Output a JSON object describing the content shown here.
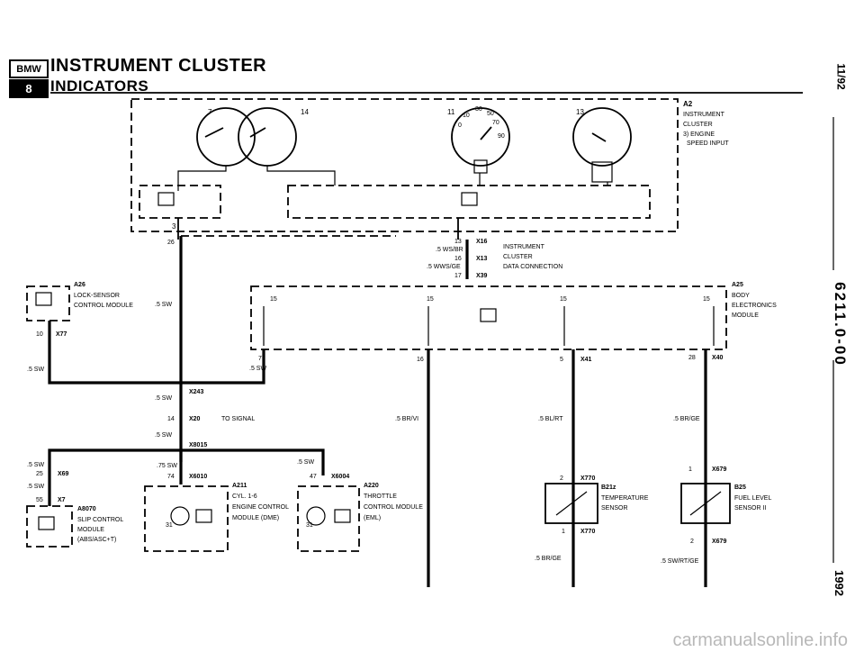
{
  "header": {
    "logo_top": "BMW",
    "logo_bottom": "8",
    "title": "INSTRUMENT CLUSTER",
    "subtitle": "INDICATORS"
  },
  "side": {
    "date": "11/92",
    "code": "6211.0-00",
    "year": "1992"
  },
  "watermark": "carmanualsonline.info",
  "cluster": {
    "id": "A2",
    "lines": [
      "INSTRUMENT",
      "CLUSTER",
      "3) ENGINE",
      "SPEED INPUT"
    ],
    "pin7": "7",
    "pin14": "14",
    "pin11": "11",
    "pin13": "13",
    "pin3": "3",
    "scale": [
      "10",
      "30",
      "50",
      "70",
      "90",
      "0"
    ]
  },
  "data_conn": {
    "lines": [
      "INSTRUMENT",
      "CLUSTER",
      "DATA CONNECTION"
    ],
    "p13": "13",
    "x16": "X16",
    "w1": ".5 WS/BR",
    "p16": "16",
    "x13": "X13",
    "w2": ".5 WWS/GE",
    "p17": "17",
    "x39": "X39"
  },
  "pin26": "26",
  "a26": {
    "id": "A26",
    "lines": [
      "LOCK-SENSOR",
      "CONTROL MODULE"
    ],
    "pin": "10",
    "conn": "X77",
    "wire_a": ".5 SW",
    "wire_b": ".5 SW"
  },
  "a25": {
    "id": "A25",
    "lines": [
      "BODY",
      "ELECTRONICS",
      "MODULE"
    ],
    "p15": "15",
    "p7": "7",
    "w7": ".5 SW",
    "p16": "16",
    "p5": "5",
    "x41": "X41",
    "p28": "28",
    "x40": "X40"
  },
  "x243": {
    "conn": "X243",
    "wire": ".5 SW"
  },
  "x20": {
    "pin": "14",
    "conn": "X20",
    "note": "TO SIGNAL",
    "wire": ".5 SW"
  },
  "x8015": {
    "conn": "X8015"
  },
  "a211": {
    "id": "A211",
    "lines": [
      "CYL. 1-6",
      "ENGINE CONTROL",
      "MODULE (DME)"
    ],
    "wire": ".75 SW",
    "pin": "74",
    "conn": "X6010",
    "pin31": "31"
  },
  "a220": {
    "id": "A220",
    "lines": [
      "THROTTLE",
      "CONTROL MODULE",
      "(EML)"
    ],
    "wire": ".5 SW",
    "pin": "47",
    "conn": "X6004",
    "pin31": "31"
  },
  "a8070": {
    "id": "A8070",
    "lines": [
      "SLIP CONTROL",
      "MODULE",
      "(ABS/ASC+T)"
    ],
    "w1": ".5 SW",
    "p25": "25",
    "x69": "X69",
    "w2": ".5 SW",
    "p55": "55",
    "x7": "X7"
  },
  "b21": {
    "id": "B21z",
    "lines": [
      "TEMPERATURE",
      "SENSOR"
    ],
    "p2": "2",
    "c1": "X770",
    "p1": "1",
    "c2": "X770",
    "w_top": ".5 BL/RT",
    "w_bot": ".5 BR/GE"
  },
  "b25": {
    "id": "B25",
    "lines": [
      "FUEL LEVEL",
      "SENSOR II"
    ],
    "p1": "1",
    "c1": "X679",
    "p2": "2",
    "c2": "X679",
    "w_top": ".5 BR/GE",
    "w_bot": ".5 SW/RT/GE"
  },
  "wire_brvi": ".5 BR/VI"
}
